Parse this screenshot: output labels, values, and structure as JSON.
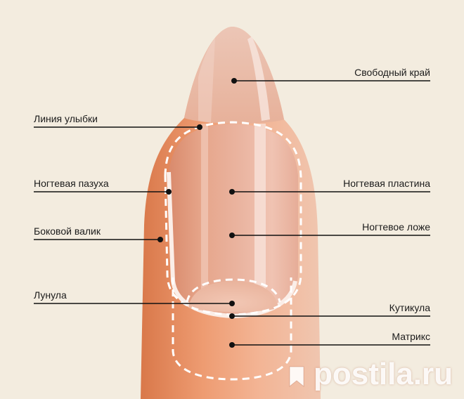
{
  "labels": {
    "free_edge": "Свободный край",
    "smile_line": "Линия улыбки",
    "nail_sinus": "Ногтевая пазуха",
    "nail_plate": "Ногтевая пластина",
    "lateral_fold": "Боковой валик",
    "nail_bed": "Ногтевое ложе",
    "lunula": "Лунула",
    "cuticle": "Кутикула",
    "matrix": "Матрикс"
  },
  "watermark": "postila.ru",
  "colors": {
    "background": "#f3ecdf",
    "skin": "#e59a72",
    "nail": "#e8b8a3",
    "dashed": "#ffffff",
    "line": "#111111"
  }
}
